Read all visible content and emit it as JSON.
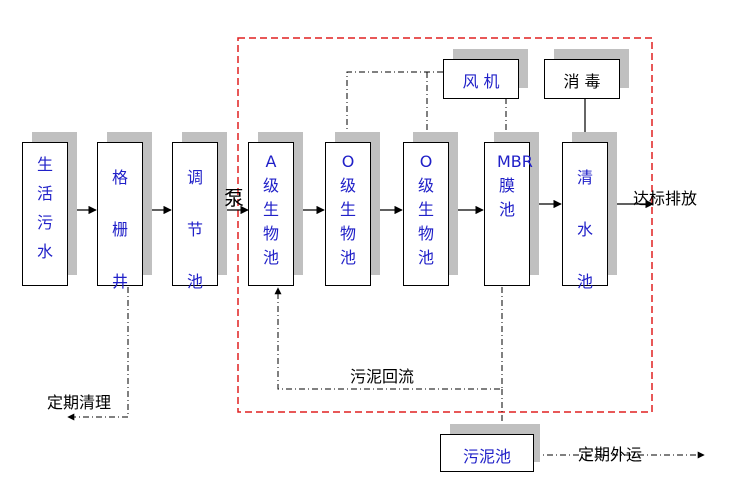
{
  "nodes": {
    "raw_sewage": "生活污水",
    "grille_well": "格栅井",
    "equalization_tank": "调节池",
    "a_tank": "A级生物池",
    "o_tank_1": "O级生物池",
    "o_tank_2": "O级生物池",
    "mbr_tank": "MBR膜池",
    "clear_water_tank": "清水池",
    "blower": "风 机",
    "disinfection": "消 毒",
    "sludge_tank": "污泥池"
  },
  "labels": {
    "pump": "泵",
    "discharge": "达标排放",
    "sludge_return": "污泥回流",
    "regular_cleaning": "定期清理",
    "regular_transport": "定期外运"
  },
  "colors": {
    "text_blue": "#2020c8",
    "boundary_red": "#e02020",
    "shadow_gray": "#c0c0c0"
  }
}
